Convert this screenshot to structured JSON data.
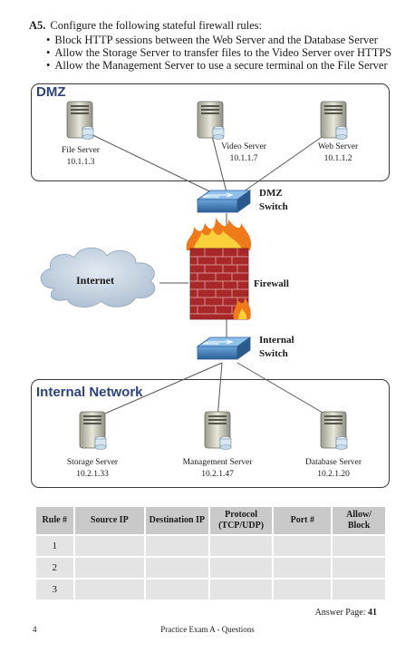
{
  "question": {
    "number": "A5.",
    "intro": "Configure the following stateful firewall rules:",
    "rules": [
      "Block HTTP sessions between the Web Server and the Database Server",
      "Allow the Storage Server to transfer files to the Video Server over HTTPS",
      "Allow the Management Server to use a secure terminal on the File Server"
    ]
  },
  "diagram": {
    "dmz": {
      "label": "DMZ",
      "servers": [
        {
          "name": "File Server",
          "ip": "10.1.1.3"
        },
        {
          "name": "Video Server",
          "ip": "10.1.1.7"
        },
        {
          "name": "Web Server",
          "ip": "10.1.1.2"
        }
      ]
    },
    "dmz_switch": {
      "line1": "DMZ",
      "line2": "Switch"
    },
    "internet": "Internet",
    "firewall": "Firewall",
    "internal_switch": {
      "line1": "Internal",
      "line2": "Switch"
    },
    "internal": {
      "label": "Internal Network",
      "servers": [
        {
          "name": "Storage Server",
          "ip": "10.2.1.33"
        },
        {
          "name": "Management Server",
          "ip": "10.2.1.47"
        },
        {
          "name": "Database Server",
          "ip": "10.2.1.20"
        }
      ]
    }
  },
  "table": {
    "headers": [
      "Rule #",
      "Source IP",
      "Destination IP",
      "Protocol (TCP/UDP)",
      "Port #",
      "Allow/ Block"
    ],
    "rows": [
      "1",
      "2",
      "3"
    ]
  },
  "answer_label": "Answer Page:",
  "answer_page": "41",
  "footer": {
    "page": "4",
    "title": "Practice Exam A - Questions"
  },
  "colors": {
    "zone_label": "#2e4380",
    "switch": "#3f7fbf",
    "brick": "#a8282a",
    "flame": "#f07a1a",
    "cloud": "#c7d4e2"
  }
}
